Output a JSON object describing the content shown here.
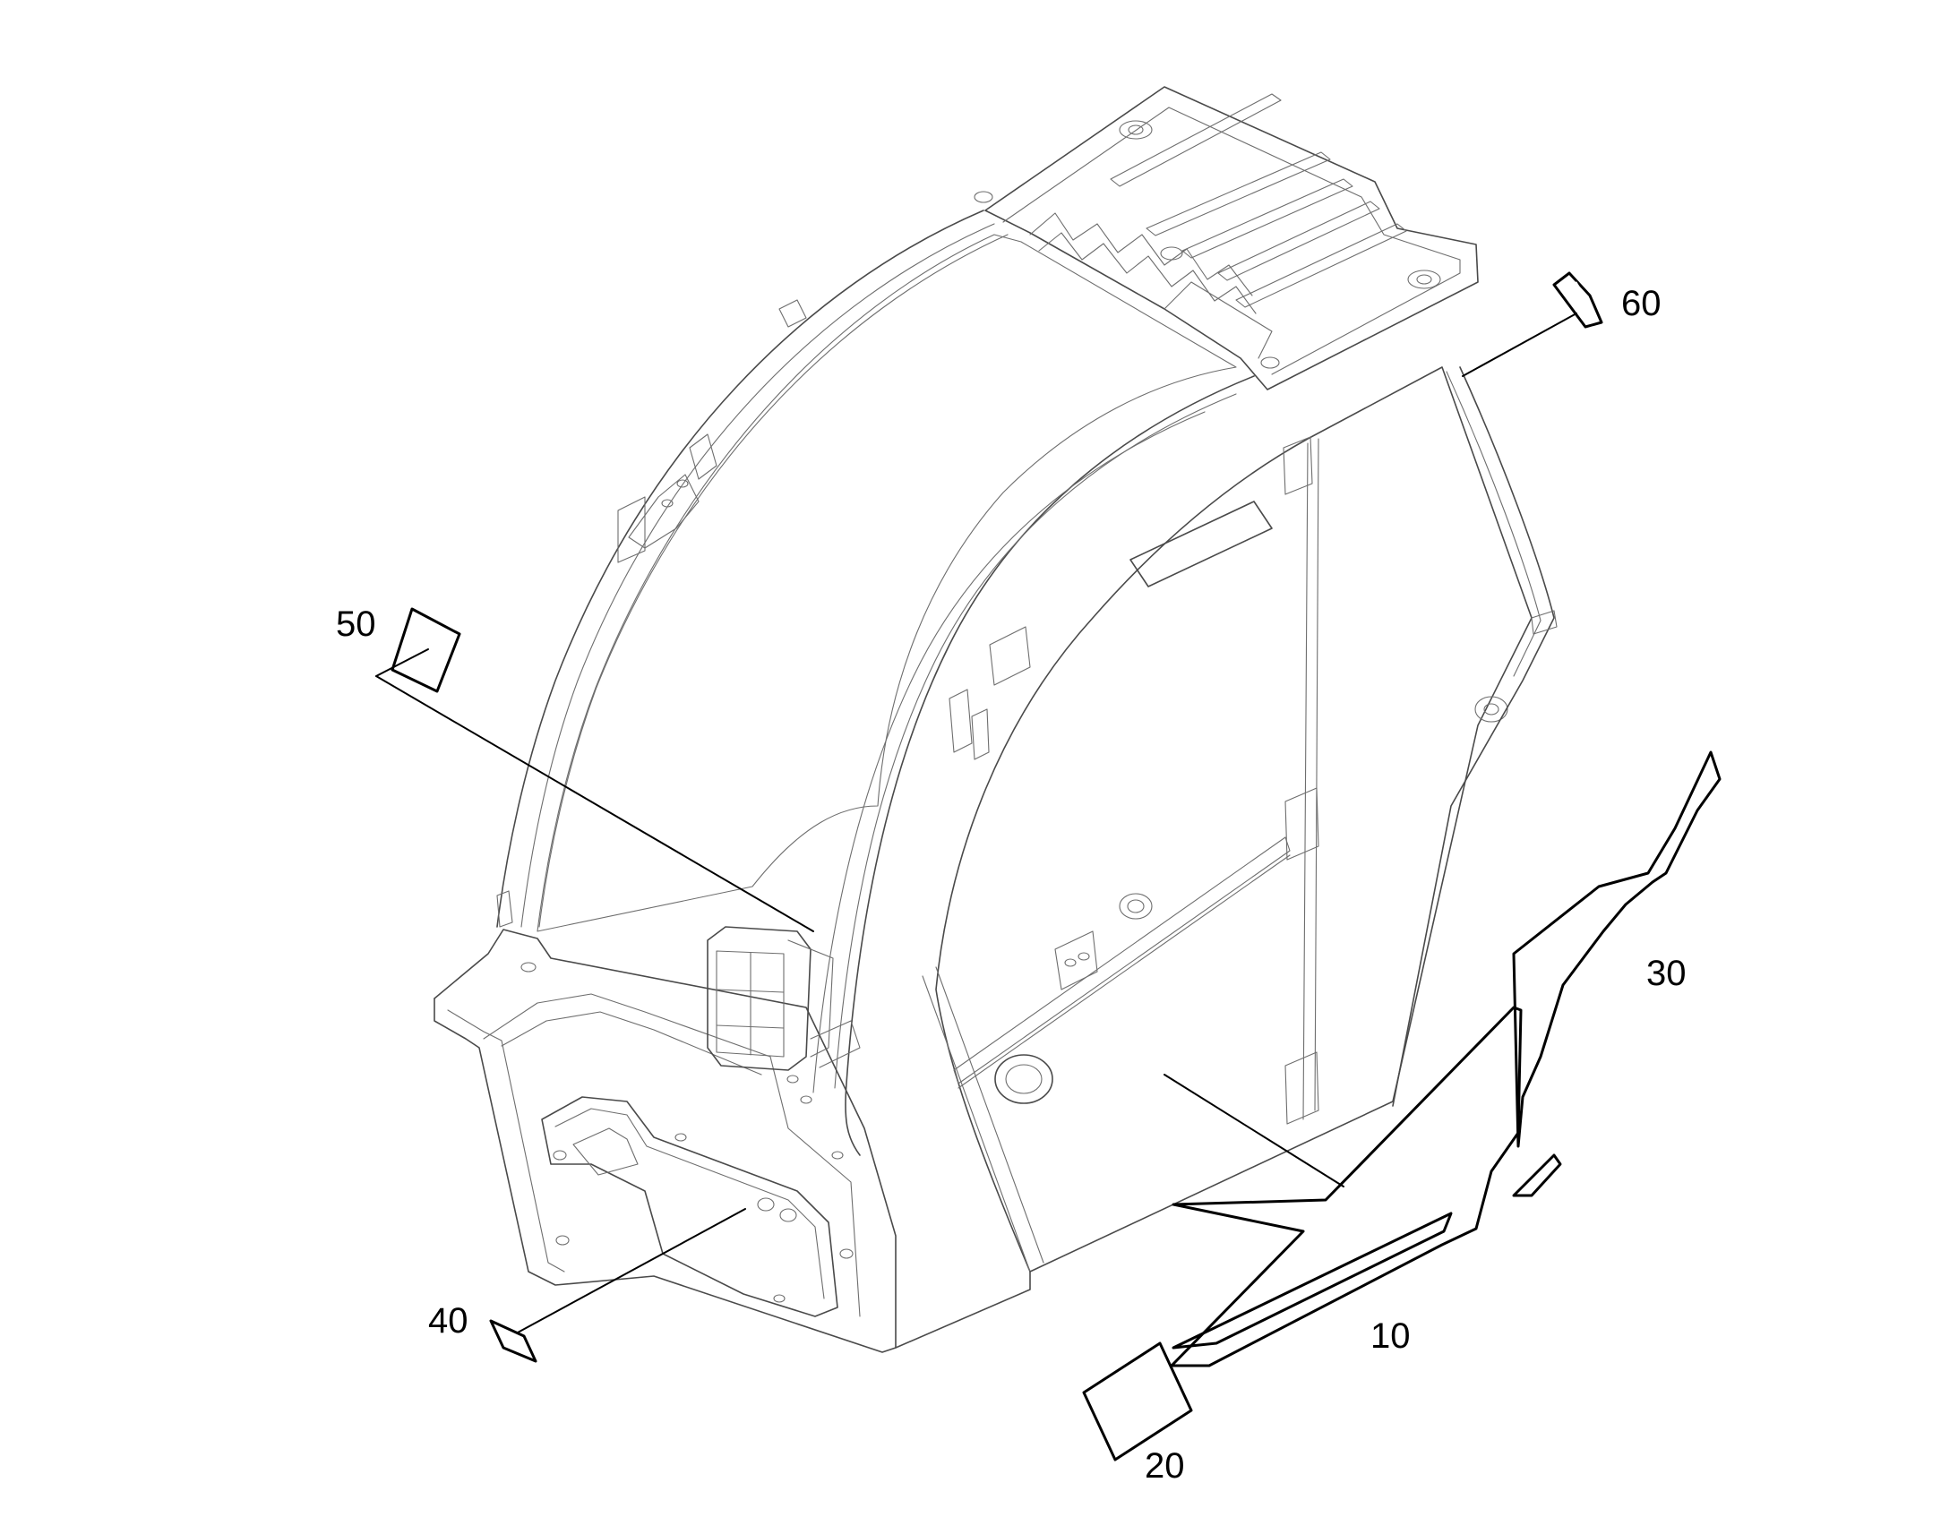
{
  "callouts": [
    {
      "id": "10",
      "label": "10"
    },
    {
      "id": "20",
      "label": "20"
    },
    {
      "id": "30",
      "label": "30"
    },
    {
      "id": "40",
      "label": "40"
    },
    {
      "id": "50",
      "label": "50"
    },
    {
      "id": "60",
      "label": "60"
    }
  ],
  "colors": {
    "line": "#4a4a4a",
    "ink": "#000000",
    "background": "#ffffff"
  }
}
